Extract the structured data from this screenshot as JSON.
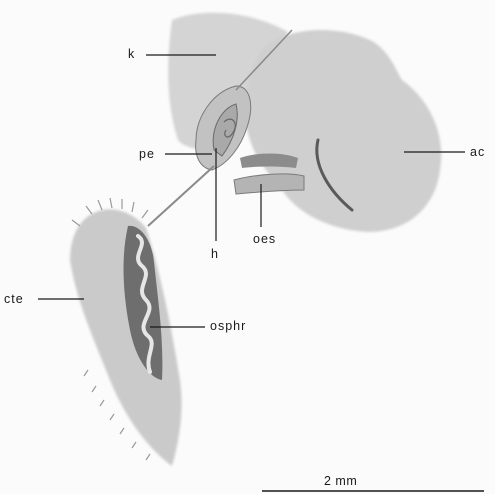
{
  "labels": {
    "k": "k",
    "pe": "pe",
    "h": "h",
    "oes": "oes",
    "ac": "ac",
    "cte": "cte",
    "osphr": "osphr"
  },
  "scale_bar": {
    "label": "2 mm"
  },
  "colors": {
    "background": "#fbfbfb",
    "tissue_light": "#d2d2d2",
    "tissue_mid": "#bdbdbd",
    "tissue_dark": "#6e6e6e",
    "ink": "#1a1a1a"
  }
}
